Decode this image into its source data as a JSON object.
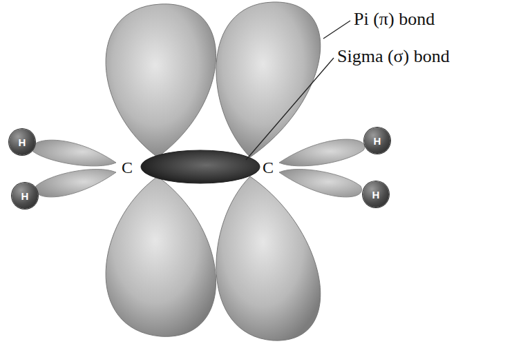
{
  "diagram": {
    "nodes": [
      {
        "text": [
          "H"
        ]
      },
      {
        "text": [
          "H"
        ]
      },
      {
        "text": [
          "H"
        ]
      },
      {
        "text": [
          "H"
        ]
      }
    ],
    "labels": [
      "Pi (π) bond",
      "Sigma (σ) bond",
      "C",
      "C"
    ]
  }
}
